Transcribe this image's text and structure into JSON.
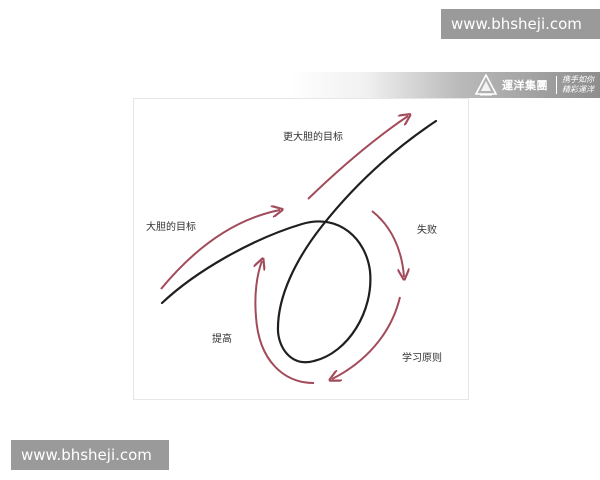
{
  "watermarks": {
    "top": "www.bhsheji.com",
    "bottom": "www.bhsheji.com"
  },
  "brand": {
    "name": "運洋集團",
    "slogan_line1": "携手如你",
    "slogan_line2": "精彩運洋"
  },
  "diagram": {
    "labels": {
      "bold_goal": "大胆的目标",
      "bolder_goal": "更大胆的目标",
      "failure": "失败",
      "learn_principles": "学习原则",
      "improve": "提高"
    },
    "colors": {
      "main_curve": "#1f1f1f",
      "cycle_arrows": "#a24b5a"
    }
  }
}
